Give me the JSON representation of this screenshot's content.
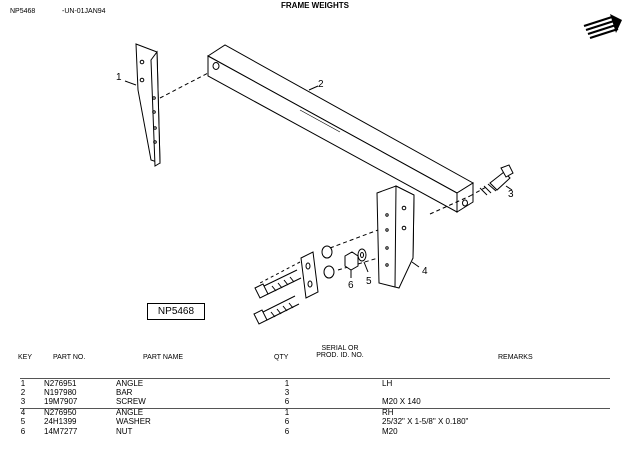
{
  "header": {
    "code": "NP5468",
    "date": "-UN-01JAN94",
    "title": "FRAME WEIGHTS"
  },
  "diagram": {
    "figure_label": "NP5468",
    "callouts": [
      "1",
      "2",
      "3",
      "4",
      "5",
      "6"
    ]
  },
  "table": {
    "columns": {
      "key": "KEY",
      "part_no": "PART NO.",
      "part_name": "PART NAME",
      "qty": "QTY",
      "serial_1": "SERIAL OR",
      "serial_2": "PROD. ID. NO.",
      "remarks": "REMARKS"
    },
    "rows": [
      {
        "key": "1",
        "part_no": "N276951",
        "part_name": "ANGLE",
        "qty": "1",
        "remarks": "LH"
      },
      {
        "key": "2",
        "part_no": "N197980",
        "part_name": "BAR",
        "qty": "3",
        "remarks": ""
      },
      {
        "key": "3",
        "part_no": "19M7907",
        "part_name": "SCREW",
        "qty": "6",
        "remarks": "M20 X 140"
      },
      {
        "key": "4",
        "part_no": "N276950",
        "part_name": "ANGLE",
        "qty": "1",
        "remarks": "RH"
      },
      {
        "key": "5",
        "part_no": "24H1399",
        "part_name": "WASHER",
        "qty": "6",
        "remarks": "25/32\" X 1-5/8\" X 0.180\""
      },
      {
        "key": "6",
        "part_no": "14M7277",
        "part_name": "NUT",
        "qty": "6",
        "remarks": "M20"
      }
    ]
  }
}
